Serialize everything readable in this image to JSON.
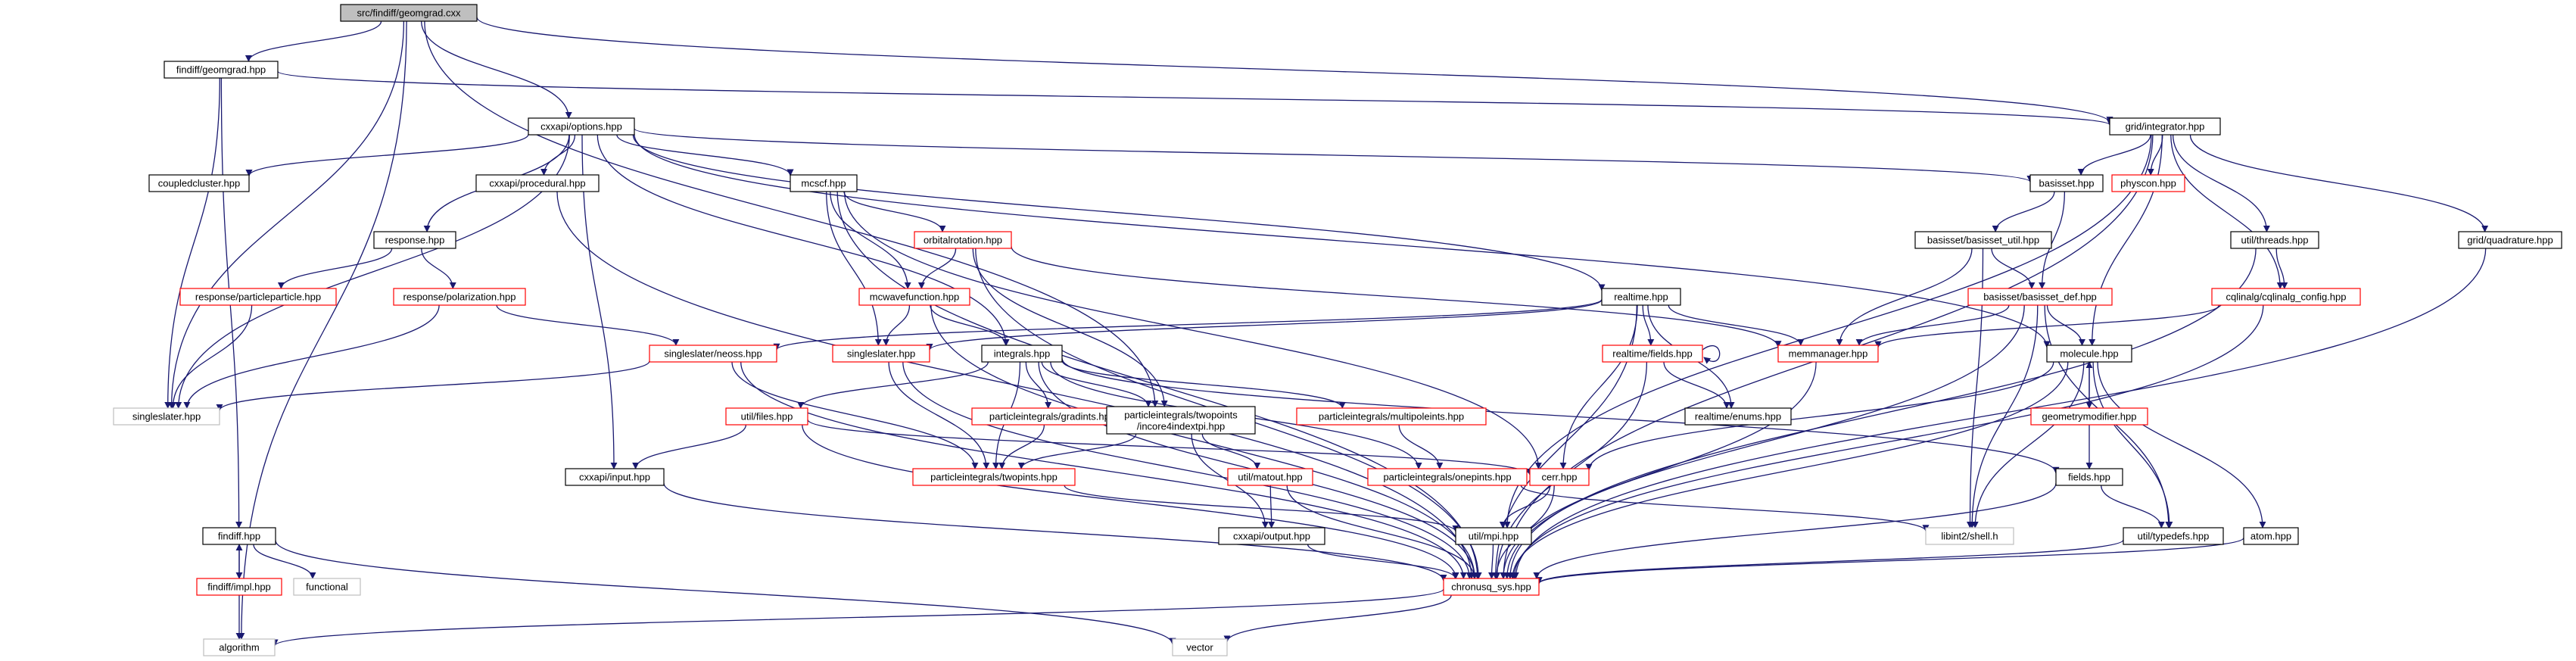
{
  "diagram": {
    "colors": {
      "edge": "#191970",
      "box_black": "#000000",
      "box_red": "#ff0000",
      "box_grey": "#bfbfbf",
      "root_fill": "#bfbfbf",
      "text": "#000000"
    },
    "nodes": [
      {
        "id": "root",
        "label": "src/findiff/geomgrad.cxx",
        "style": "root"
      },
      {
        "id": "findiff_geomgrad",
        "label": "findiff/geomgrad.hpp",
        "style": "black"
      },
      {
        "id": "cxxapi_options",
        "label": "cxxapi/options.hpp",
        "style": "black"
      },
      {
        "id": "grid_integrator",
        "label": "grid/integrator.hpp",
        "style": "black"
      },
      {
        "id": "coupledcluster",
        "label": "coupledcluster.hpp",
        "style": "black"
      },
      {
        "id": "cxxapi_procedural",
        "label": "cxxapi/procedural.hpp",
        "style": "black"
      },
      {
        "id": "mcscf",
        "label": "mcscf.hpp",
        "style": "black"
      },
      {
        "id": "basisset",
        "label": "basisset.hpp",
        "style": "black"
      },
      {
        "id": "physcon",
        "label": "physcon.hpp",
        "style": "red"
      },
      {
        "id": "util_threads",
        "label": "util/threads.hpp",
        "style": "black"
      },
      {
        "id": "grid_quadrature",
        "label": "grid/quadrature.hpp",
        "style": "black"
      },
      {
        "id": "response",
        "label": "response.hpp",
        "style": "black"
      },
      {
        "id": "orbitalrotation",
        "label": "orbitalrotation.hpp",
        "style": "red"
      },
      {
        "id": "basisset_util",
        "label": "basisset/basisset_util.hpp",
        "style": "black"
      },
      {
        "id": "response_pp",
        "label": "response/particleparticle.hpp",
        "style": "red"
      },
      {
        "id": "response_pol",
        "label": "response/polarization.hpp",
        "style": "red"
      },
      {
        "id": "mcwavefunction",
        "label": "mcwavefunction.hpp",
        "style": "red"
      },
      {
        "id": "realtime",
        "label": "realtime.hpp",
        "style": "black"
      },
      {
        "id": "basisset_def",
        "label": "basisset/basisset_def.hpp",
        "style": "red"
      },
      {
        "id": "cqlinalg_config",
        "label": "cqlinalg/cqlinalg_config.hpp",
        "style": "red"
      },
      {
        "id": "singleslater_neoss",
        "label": "singleslater/neoss.hpp",
        "style": "red"
      },
      {
        "id": "singleslater",
        "label": "singleslater.hpp",
        "style": "red"
      },
      {
        "id": "integrals",
        "label": "integrals.hpp",
        "style": "black"
      },
      {
        "id": "realtime_fields",
        "label": "realtime/fields.hpp",
        "style": "red"
      },
      {
        "id": "memmanager",
        "label": "memmanager.hpp",
        "style": "red"
      },
      {
        "id": "molecule",
        "label": "molecule.hpp",
        "style": "black"
      },
      {
        "id": "singleslater_ext",
        "label": "singleslater.hpp",
        "style": "grey"
      },
      {
        "id": "util_files",
        "label": "util/files.hpp",
        "style": "red"
      },
      {
        "id": "pi_gradints",
        "label": "particleintegrals/gradints.hpp",
        "style": "red"
      },
      {
        "id": "pi_twopoints_incore",
        "label": "particleintegrals/twopoints\n/incore4indextpi.hpp",
        "style": "black"
      },
      {
        "id": "pi_multipoleints",
        "label": "particleintegrals/multipoleints.hpp",
        "style": "red"
      },
      {
        "id": "realtime_enums",
        "label": "realtime/enums.hpp",
        "style": "black"
      },
      {
        "id": "geometrymodifier",
        "label": "geometrymodifier.hpp",
        "style": "red"
      },
      {
        "id": "cxxapi_input",
        "label": "cxxapi/input.hpp",
        "style": "black"
      },
      {
        "id": "pi_twopints",
        "label": "particleintegrals/twopints.hpp",
        "style": "red"
      },
      {
        "id": "util_matout",
        "label": "util/matout.hpp",
        "style": "red"
      },
      {
        "id": "pi_onepints",
        "label": "particleintegrals/onepints.hpp",
        "style": "red"
      },
      {
        "id": "cerr",
        "label": "cerr.hpp",
        "style": "red"
      },
      {
        "id": "fields",
        "label": "fields.hpp",
        "style": "black"
      },
      {
        "id": "libint2_shell",
        "label": "libint2/shell.h",
        "style": "grey"
      },
      {
        "id": "cxxapi_output",
        "label": "cxxapi/output.hpp",
        "style": "black"
      },
      {
        "id": "util_mpi",
        "label": "util/mpi.hpp",
        "style": "black"
      },
      {
        "id": "util_typedefs",
        "label": "util/typedefs.hpp",
        "style": "black"
      },
      {
        "id": "atom",
        "label": "atom.hpp",
        "style": "black"
      },
      {
        "id": "findiff",
        "label": "findiff.hpp",
        "style": "black"
      },
      {
        "id": "findiff_impl",
        "label": "findiff/impl.hpp",
        "style": "red"
      },
      {
        "id": "functional",
        "label": "functional",
        "style": "grey"
      },
      {
        "id": "chronusq_sys",
        "label": "chronusq_sys.hpp",
        "style": "red"
      },
      {
        "id": "algorithm",
        "label": "algorithm",
        "style": "grey"
      },
      {
        "id": "vector",
        "label": "vector",
        "style": "grey"
      }
    ],
    "edges": [
      [
        "root",
        "findiff_geomgrad"
      ],
      [
        "root",
        "cxxapi_options"
      ],
      [
        "root",
        "grid_integrator"
      ],
      [
        "root",
        "algorithm"
      ],
      [
        "root",
        "singleslater_ext"
      ],
      [
        "root",
        "pi_twopoints_incore"
      ],
      [
        "findiff_geomgrad",
        "grid_integrator"
      ],
      [
        "findiff_geomgrad",
        "singleslater_ext"
      ],
      [
        "findiff_geomgrad",
        "findiff"
      ],
      [
        "cxxapi_options",
        "coupledcluster"
      ],
      [
        "cxxapi_options",
        "cxxapi_procedural"
      ],
      [
        "cxxapi_options",
        "mcscf"
      ],
      [
        "cxxapi_options",
        "basisset"
      ],
      [
        "cxxapi_options",
        "response"
      ],
      [
        "cxxapi_options",
        "realtime"
      ],
      [
        "cxxapi_options",
        "cxxapi_input"
      ],
      [
        "cxxapi_options",
        "integrals"
      ],
      [
        "cxxapi_options",
        "singleslater_ext"
      ],
      [
        "cxxapi_options",
        "molecule"
      ],
      [
        "grid_integrator",
        "basisset"
      ],
      [
        "grid_integrator",
        "physcon"
      ],
      [
        "grid_integrator",
        "util_threads"
      ],
      [
        "grid_integrator",
        "grid_quadrature"
      ],
      [
        "grid_integrator",
        "cqlinalg_config"
      ],
      [
        "grid_integrator",
        "molecule"
      ],
      [
        "grid_integrator",
        "util_mpi"
      ],
      [
        "grid_integrator",
        "chronusq_sys"
      ],
      [
        "cxxapi_procedural",
        "chronusq_sys"
      ],
      [
        "mcscf",
        "orbitalrotation"
      ],
      [
        "mcscf",
        "mcwavefunction"
      ],
      [
        "mcscf",
        "singleslater"
      ],
      [
        "mcscf",
        "cerr"
      ],
      [
        "mcscf",
        "chronusq_sys"
      ],
      [
        "basisset",
        "basisset_util"
      ],
      [
        "basisset",
        "basisset_def"
      ],
      [
        "util_threads",
        "cqlinalg_config"
      ],
      [
        "util_threads",
        "chronusq_sys"
      ],
      [
        "grid_quadrature",
        "chronusq_sys"
      ],
      [
        "response",
        "response_pp"
      ],
      [
        "response",
        "response_pol"
      ],
      [
        "response_pp",
        "singleslater_ext"
      ],
      [
        "response_pol",
        "singleslater_ext"
      ],
      [
        "response_pol",
        "singleslater_neoss"
      ],
      [
        "orbitalrotation",
        "mcwavefunction"
      ],
      [
        "orbitalrotation",
        "memmanager"
      ],
      [
        "orbitalrotation",
        "pi_twopoints_incore"
      ],
      [
        "orbitalrotation",
        "chronusq_sys"
      ],
      [
        "basisset_util",
        "basisset_def"
      ],
      [
        "basisset_util",
        "memmanager"
      ],
      [
        "basisset_util",
        "libint2_shell"
      ],
      [
        "mcwavefunction",
        "singleslater"
      ],
      [
        "mcwavefunction",
        "integrals"
      ],
      [
        "mcwavefunction",
        "chronusq_sys"
      ],
      [
        "realtime",
        "singleslater_neoss"
      ],
      [
        "realtime",
        "singleslater"
      ],
      [
        "realtime",
        "realtime_fields"
      ],
      [
        "realtime",
        "memmanager"
      ],
      [
        "realtime",
        "realtime_enums"
      ],
      [
        "realtime",
        "cerr"
      ],
      [
        "realtime",
        "chronusq_sys"
      ],
      [
        "basisset_def",
        "memmanager"
      ],
      [
        "basisset_def",
        "molecule"
      ],
      [
        "basisset_def",
        "libint2_shell"
      ],
      [
        "basisset_def",
        "util_typedefs"
      ],
      [
        "basisset_def",
        "chronusq_sys"
      ],
      [
        "cqlinalg_config",
        "memmanager"
      ],
      [
        "cqlinalg_config",
        "chronusq_sys"
      ],
      [
        "singleslater_neoss",
        "singleslater_ext"
      ],
      [
        "singleslater_neoss",
        "pi_twopints"
      ],
      [
        "singleslater_neoss",
        "chronusq_sys"
      ],
      [
        "singleslater",
        "pi_twopints"
      ],
      [
        "singleslater",
        "chronusq_sys"
      ],
      [
        "integrals",
        "util_files"
      ],
      [
        "integrals",
        "pi_gradints"
      ],
      [
        "integrals",
        "pi_twopoints_incore"
      ],
      [
        "integrals",
        "pi_multipoleints"
      ],
      [
        "integrals",
        "pi_twopints"
      ],
      [
        "integrals",
        "pi_onepints"
      ],
      [
        "integrals",
        "fields"
      ],
      [
        "integrals",
        "chronusq_sys"
      ],
      [
        "realtime_fields",
        "realtime_fields"
      ],
      [
        "realtime_fields",
        "realtime_enums"
      ],
      [
        "realtime_fields",
        "chronusq_sys"
      ],
      [
        "memmanager",
        "chronusq_sys"
      ],
      [
        "molecule",
        "geometrymodifier"
      ],
      [
        "molecule",
        "cerr"
      ],
      [
        "molecule",
        "libint2_shell"
      ],
      [
        "molecule",
        "util_typedefs"
      ],
      [
        "molecule",
        "atom"
      ],
      [
        "molecule",
        "chronusq_sys"
      ],
      [
        "util_files",
        "cxxapi_input"
      ],
      [
        "util_files",
        "cerr"
      ],
      [
        "util_files",
        "chronusq_sys"
      ],
      [
        "pi_gradints",
        "pi_twopints"
      ],
      [
        "pi_twopoints_incore",
        "pi_twopints"
      ],
      [
        "pi_twopoints_incore",
        "util_matout"
      ],
      [
        "pi_twopoints_incore",
        "cxxapi_output"
      ],
      [
        "pi_multipoleints",
        "pi_onepints"
      ],
      [
        "geometrymodifier",
        "molecule"
      ],
      [
        "geometrymodifier",
        "fields"
      ],
      [
        "cxxapi_input",
        "chronusq_sys"
      ],
      [
        "pi_twopints",
        "util_mpi"
      ],
      [
        "util_matout",
        "cxxapi_output"
      ],
      [
        "util_matout",
        "chronusq_sys"
      ],
      [
        "pi_onepints",
        "libint2_shell"
      ],
      [
        "cerr",
        "util_mpi"
      ],
      [
        "cerr",
        "chronusq_sys"
      ],
      [
        "fields",
        "util_typedefs"
      ],
      [
        "fields",
        "chronusq_sys"
      ],
      [
        "cxxapi_output",
        "chronusq_sys"
      ],
      [
        "util_mpi",
        "chronusq_sys"
      ],
      [
        "util_typedefs",
        "chronusq_sys"
      ],
      [
        "atom",
        "chronusq_sys"
      ],
      [
        "findiff",
        "findiff_impl"
      ],
      [
        "findiff",
        "functional"
      ],
      [
        "findiff",
        "vector"
      ],
      [
        "findiff_impl",
        "findiff"
      ],
      [
        "findiff_impl",
        "algorithm"
      ],
      [
        "chronusq_sys",
        "algorithm"
      ],
      [
        "chronusq_sys",
        "vector"
      ]
    ]
  }
}
